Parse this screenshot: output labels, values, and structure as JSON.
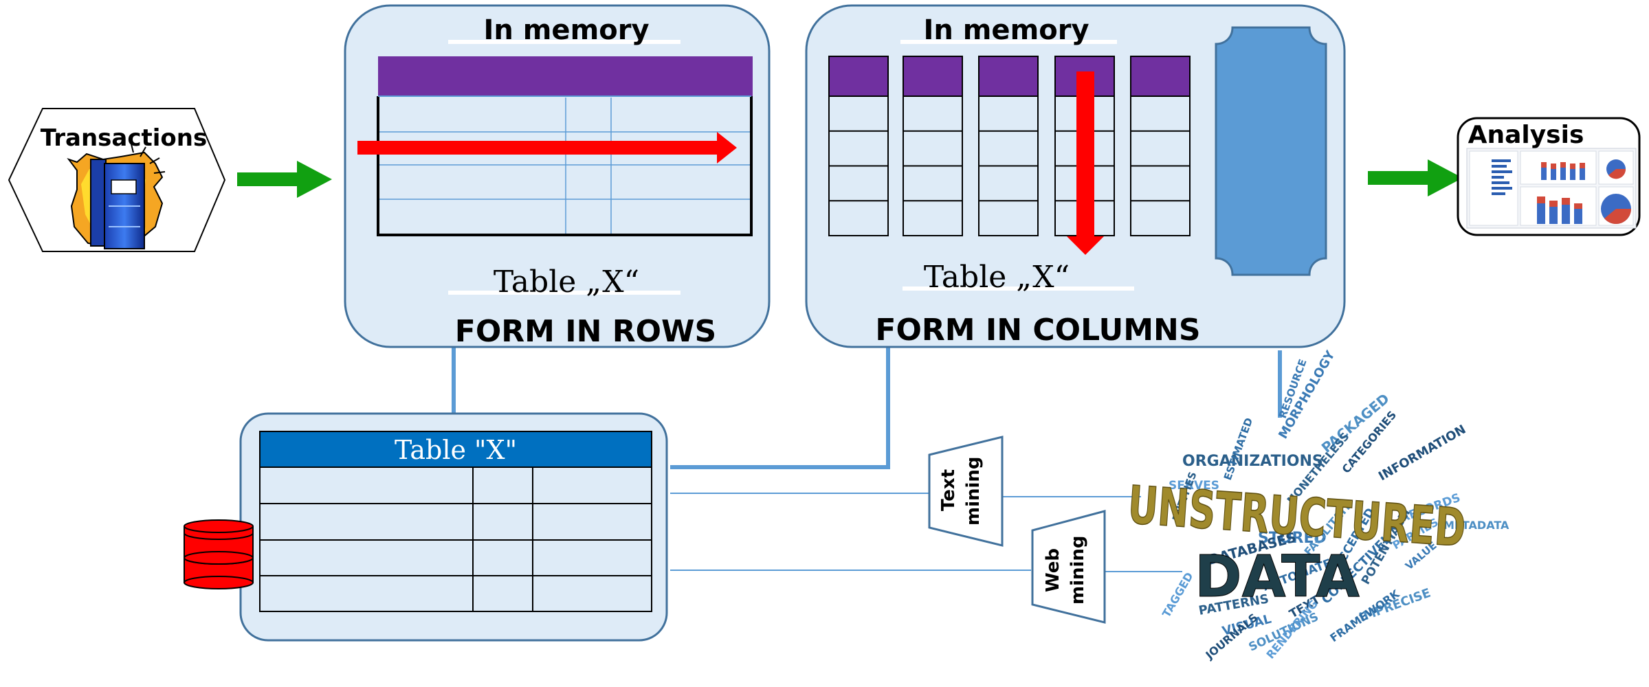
{
  "transactions": {
    "label": "Transactions"
  },
  "row_store": {
    "memory_label": "In memory",
    "table_caption": "Table „X“",
    "form_label": "FORM IN ROWS"
  },
  "column_store": {
    "memory_label": "In memory",
    "table_caption": "Table „X“",
    "form_label": "FORM IN COLUMNS"
  },
  "analysis": {
    "label": "Analysis"
  },
  "disk_table": {
    "title": "Table \"X\""
  },
  "mining": {
    "text_line1": "Text",
    "text_line2": "mining",
    "web_line1": "Web",
    "web_line2": "mining"
  },
  "word_cloud": {
    "main_word1": "UNSTRUCTURED",
    "main_word2": "DATA",
    "words": [
      "ORGANIZATIONS",
      "MORPHOLOGY",
      "PACKAGED",
      "INFORMATION",
      "SERVES",
      "ESTIMATED",
      "NONETHELESS",
      "STORED",
      "FACILITATE",
      "DATABASES",
      "RECORDS",
      "ACCEPTED",
      "PATTERNS",
      "VISUAL",
      "SOLUTIONS",
      "JOURNALS",
      "TAGGED",
      "COLLECTIVELY",
      "POTENTIALLY",
      "VALUE",
      "IMPRECISE",
      "TEXT",
      "RENDERING",
      "FRAMEWORK",
      "ENTITIES",
      "RESOURCE",
      "METADATA",
      "CATEGORIES",
      "PARTIES",
      "AUTOMATED"
    ]
  },
  "colors": {
    "panel_fill": "#deebf7",
    "panel_stroke": "#41719c",
    "header_purple": "#7030a0",
    "header_blue": "#0070c0",
    "arrow_red": "#ff0000",
    "arrow_green": "#11a011",
    "connector": "#5b9bd5"
  }
}
